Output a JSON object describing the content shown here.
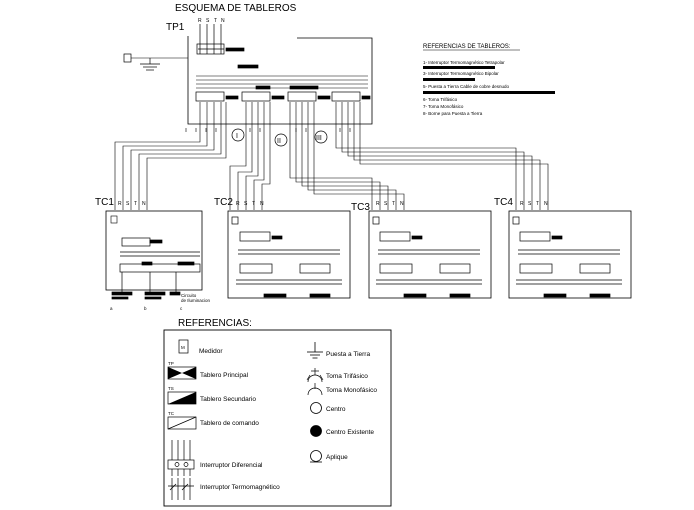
{
  "title": "ESQUEMA DE TABLEROS",
  "main_board": {
    "label": "TP1",
    "phases": [
      "R",
      "S",
      "T",
      "N"
    ]
  },
  "secondary_boards": [
    {
      "label": "TC1",
      "phases": [
        "R",
        "S",
        "T",
        "N"
      ]
    },
    {
      "label": "TC2",
      "phases": [
        "R",
        "S",
        "T",
        "N"
      ]
    },
    {
      "label": "TC3",
      "phases": [
        "R",
        "S",
        "T",
        "N"
      ]
    },
    {
      "label": "TC4",
      "phases": [
        "R",
        "S",
        "T",
        "N"
      ]
    }
  ],
  "circuit_markers": [
    "I",
    "II",
    "III"
  ],
  "tc1_circuit_note": [
    "Circuito",
    "de Iluminacion"
  ],
  "tc1_outputs": [
    "a",
    "b",
    "c"
  ],
  "board_refs": {
    "title": "REFERENCIAS DE TABLEROS:",
    "items": [
      "1- Interruptor Termomagnético Tetrapolar",
      "3- Interruptor Termomagnético Bipolar",
      "5- Puesta a Tierra Cable de cobre desnudo",
      "6- Toma Trifásico",
      "7- Toma Monofásico",
      "8- Borne para Puesta a Tierra"
    ]
  },
  "legend": {
    "title": "REFERENCIAS:",
    "items": {
      "medidor": "Medidor",
      "meter_letter": "M",
      "principal": "Tablero Principal",
      "principal_tag": "TP",
      "secundario": "Tablero Secundario",
      "secundario_tag": "TS",
      "comando": "Tablero de comando",
      "comando_tag": "TC",
      "diferencial": "Interruptor Diferencial",
      "termomagnetico": "Interruptor Termomagnético",
      "tierra": "Puesta a Tierra",
      "trifasico": "Toma Trifásico",
      "monofasico": "Toma Monofásico",
      "centro": "Centro",
      "centro_existente": "Centro Existente",
      "aplique": "Aplique"
    }
  }
}
